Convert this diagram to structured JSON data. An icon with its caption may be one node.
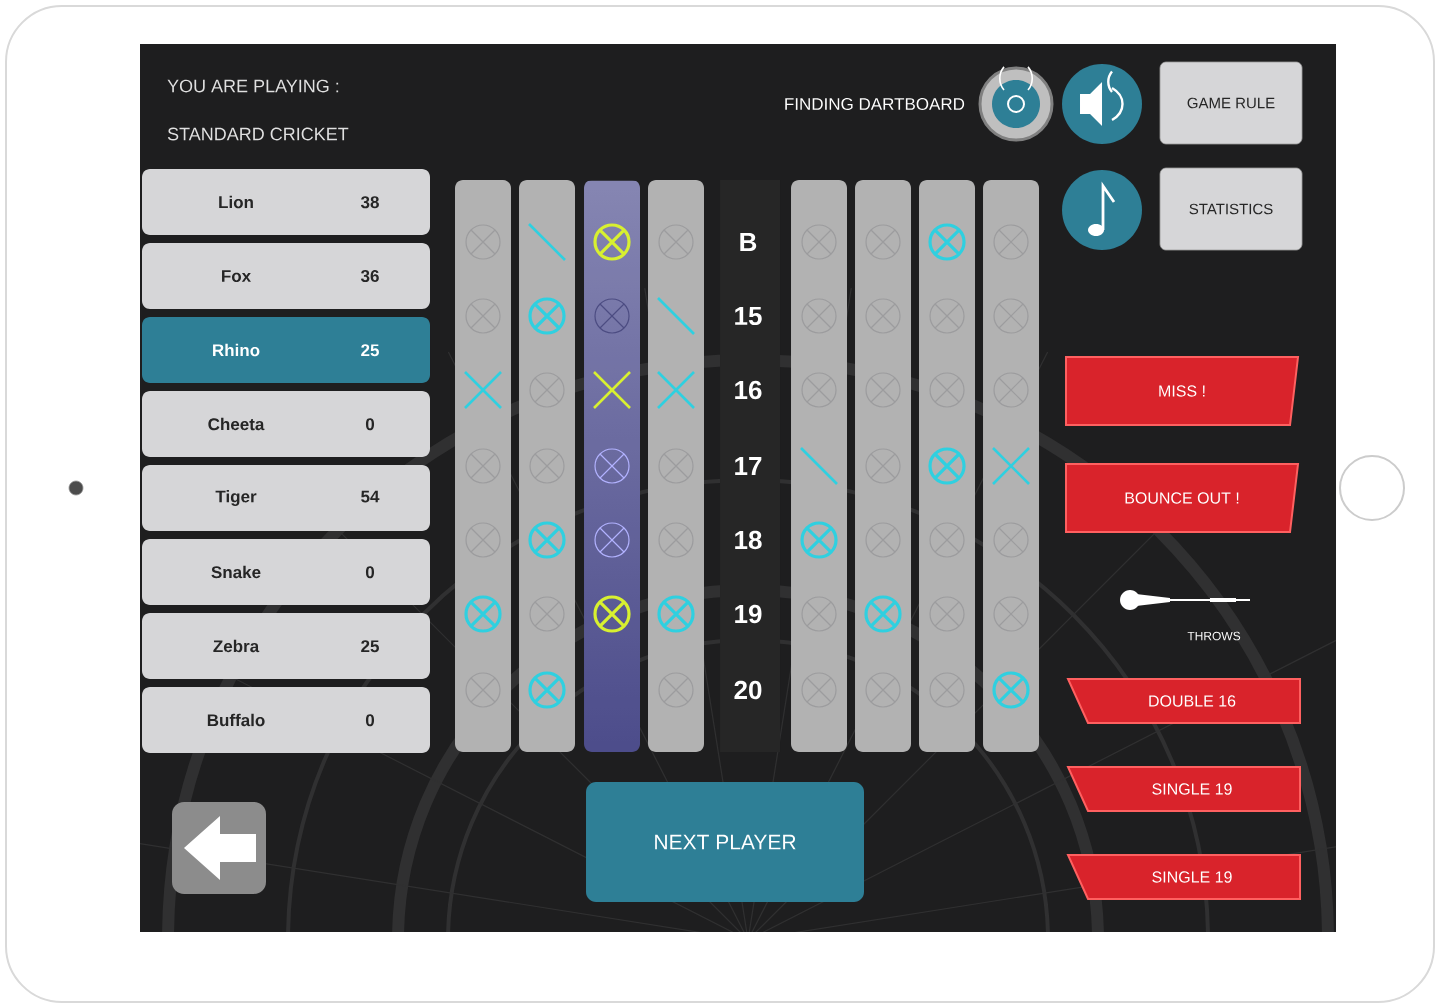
{
  "diagram": {
    "nodes": [
      {
        "text": [
          "Lion",
          "38"
        ]
      },
      {
        "text": [
          "Fox",
          "36"
        ]
      },
      {
        "text": [
          "Rhino",
          "25"
        ]
      },
      {
        "text": [
          "Cheeta",
          "0"
        ]
      },
      {
        "text": [
          "Tiger",
          "54"
        ]
      },
      {
        "text": [
          "Snake",
          "0"
        ]
      },
      {
        "text": [
          "Zebra",
          "25"
        ]
      },
      {
        "text": [
          "Buffalo",
          "0"
        ]
      },
      {
        "text": [
          "GAME RULE"
        ]
      },
      {
        "text": [
          "STATISTICS"
        ]
      },
      {
        "text": [
          "MISS !"
        ]
      },
      {
        "text": [
          "BOUNCE OUT !"
        ]
      },
      {
        "text": [
          "DOUBLE 16"
        ]
      },
      {
        "text": [
          "SINGLE 19"
        ]
      },
      {
        "text": [
          "SINGLE 19"
        ]
      },
      {
        "text": [
          "NEXT PLAYER"
        ]
      }
    ],
    "labels": [
      "YOU ARE PLAYING :",
      "STANDARD CRICKET",
      "FINDING DARTBOARD",
      "B",
      "15",
      "16",
      "17",
      "18",
      "19",
      "20",
      "THROWS"
    ]
  }
}
